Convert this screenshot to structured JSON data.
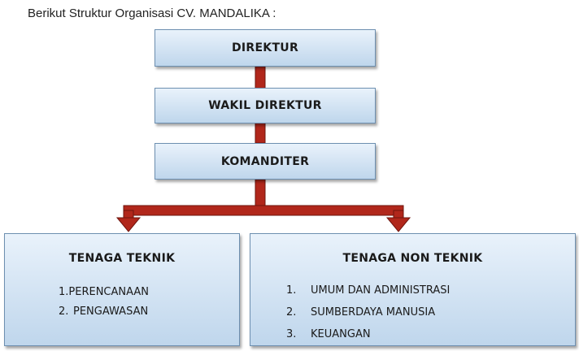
{
  "intro_text": "Berikut Struktur Organisasi CV. MANDALIKA :",
  "colors": {
    "box_fill_top": "#e9f2fb",
    "box_fill_bottom": "#bfd6ec",
    "box_border": "#6d8fb0",
    "connector": "#b1271b"
  },
  "chain": [
    {
      "label": "DIREKTUR"
    },
    {
      "label": "WAKIL DIREKTUR"
    },
    {
      "label": "KOMANDITER"
    }
  ],
  "teknik": {
    "title": "TENAGA TEKNIK",
    "items": [
      {
        "num": "1.",
        "label": "PERENCANAAN"
      },
      {
        "num": "2.",
        "label": "PENGAWASAN"
      }
    ]
  },
  "non_teknik": {
    "title": "TENAGA NON TEKNIK",
    "items": [
      {
        "num": "1.",
        "label": "UMUM DAN ADMINISTRASI"
      },
      {
        "num": "2.",
        "label": "SUMBERDAYA MANUSIA"
      },
      {
        "num": "3.",
        "label": "KEUANGAN"
      }
    ]
  }
}
